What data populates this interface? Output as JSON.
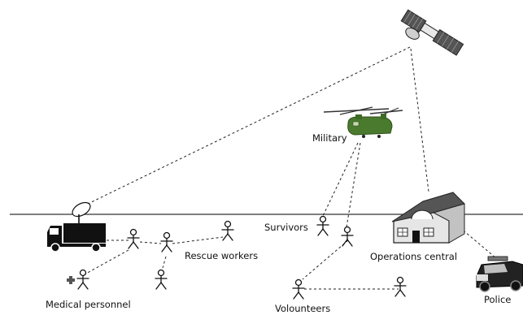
{
  "labels": {
    "military": "Military",
    "survivors": "Survivors",
    "rescue_workers": "Rescue workers",
    "operations_central": "Operations central",
    "medical_personnel": "Medical personnel",
    "volunteers": "Volounteers",
    "police": "Police"
  },
  "colors": {
    "helicopter": "#4a7a2e",
    "helicopter_dark": "#2f5219",
    "building_roof": "#b0b0b0",
    "building_wall": "#d9d9d9",
    "truck": "#111111",
    "satellite_panel": "#555555",
    "line": "#222222"
  },
  "icons": {
    "satellite": "satellite-icon",
    "helicopter": "military-helicopter-icon",
    "truck": "satellite-truck-icon",
    "building": "operations-building-icon",
    "police_car": "police-car-icon",
    "medical_cross": "medical-cross-icon",
    "person": "stick-figure-icon"
  }
}
